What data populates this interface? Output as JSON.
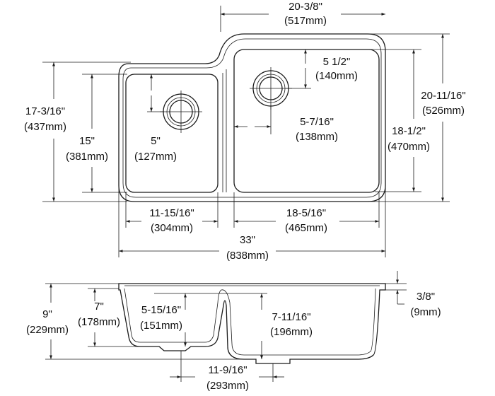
{
  "top_view": {
    "overall_width": {
      "imperial": "33\"",
      "metric": "(838mm)"
    },
    "large_bowl_width": {
      "imperial": "20-3/8\"",
      "metric": "(517mm)"
    },
    "overall_depth": {
      "imperial": "20-11/16\"",
      "metric": "(526mm)"
    },
    "large_bowl_depth": {
      "imperial": "18-1/2\"",
      "metric": "(470mm)"
    },
    "small_side_depth": {
      "imperial": "17-3/16\"",
      "metric": "(437mm)"
    },
    "small_bowl_depth": {
      "imperial": "15\"",
      "metric": "(381mm)"
    },
    "small_drain_offset_y": {
      "imperial": "5\"",
      "metric": "(127mm)"
    },
    "large_drain_offset_y": {
      "imperial": "5 1/2\"",
      "metric": "(140mm)"
    },
    "large_drain_offset_x": {
      "imperial": "5-7/16\"",
      "metric": "(138mm)"
    },
    "small_bowl_width": {
      "imperial": "11-15/16\"",
      "metric": "(304mm)"
    },
    "large_bowl_inner_width": {
      "imperial": "18-5/16\"",
      "metric": "(465mm)"
    }
  },
  "section_view": {
    "overall_height": {
      "imperial": "9\"",
      "metric": "(229mm)"
    },
    "small_bowl_height": {
      "imperial": "7\"",
      "metric": "(178mm)"
    },
    "rim_thickness": {
      "imperial": "3/8\"",
      "metric": "(9mm)"
    },
    "small_bowl_depth": {
      "imperial": "5-15/16\"",
      "metric": "(151mm)"
    },
    "large_bowl_depth": {
      "imperial": "7-11/16\"",
      "metric": "(196mm)"
    },
    "drain_spacing": {
      "imperial": "11-9/16\"",
      "metric": "(293mm)"
    }
  },
  "colors": {
    "line": "#1a1a1a",
    "background": "#ffffff"
  }
}
